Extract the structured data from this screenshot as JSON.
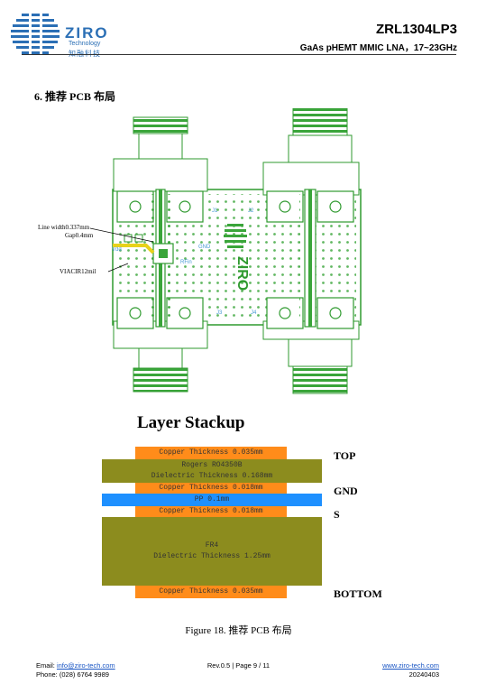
{
  "header": {
    "logo_word": "ZIRO",
    "logo_sub_en": "Technology",
    "logo_sub_cn": "知融科技",
    "part_number": "ZRL1304LP3",
    "subtitle": "GaAs pHEMT MMIC LNA，17~23GHz"
  },
  "section_title": "6.  推荐 PCB 布局",
  "pcb": {
    "annotation_line_width": "Line width0.337mm",
    "annotation_gap": "Gap0.4mm",
    "annotation_via": "VIACIR12mil",
    "net_labels": [
      "J1",
      "J2",
      "J3",
      "J4",
      "Vdd",
      "GND",
      "RFin"
    ],
    "board_marking": "ZIRO"
  },
  "stackup": {
    "title": "Layer Stackup",
    "layers": [
      {
        "text": "Copper Thickness 0.035mm",
        "color": "#ff8c1a"
      },
      {
        "text": "Rogers RO4350B",
        "text2": "Dielectric Thickness 0.168mm",
        "color": "#8c8c1e"
      },
      {
        "text": "Copper Thickness 0.018mm",
        "color": "#ff8c1a"
      },
      {
        "text": "PP 0.1mm",
        "color": "#1e90ff"
      },
      {
        "text": "Copper Thickness 0.018mm",
        "color": "#ff8c1a"
      },
      {
        "text": "FR4",
        "text2": "Dielectric Thickness 1.25mm",
        "color": "#8c8c1e"
      },
      {
        "text": "Copper Thickness 0.035mm",
        "color": "#ff8c1a"
      }
    ],
    "labels": {
      "top": "TOP",
      "gnd": "GND",
      "s": "S",
      "bottom": "BOTTOM"
    }
  },
  "caption": "Figure 18. 推荐 PCB 布局",
  "footer": {
    "email_label": "Email:",
    "email": "info@ziro-tech.com",
    "phone_label": "Phone:",
    "phone": "(028) 6764 9989",
    "rev": "Rev.0.5 | Page 9 / 11",
    "website": "www.ziro-tech.com",
    "date": "20240403"
  }
}
